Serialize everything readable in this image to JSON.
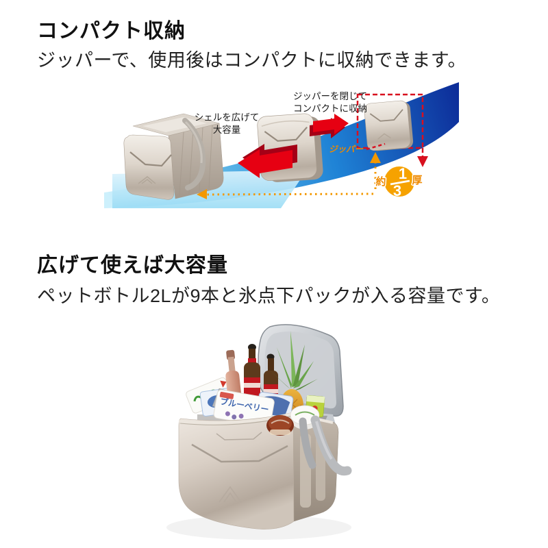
{
  "page": {
    "background": "#ffffff"
  },
  "sections": {
    "compact": {
      "heading": "コンパクト収納",
      "body": "ジッパーで、使用後はコンパクトに収納できます。"
    },
    "capacity": {
      "heading": "広げて使えば大容量",
      "body": "ペットボトル2Lが9本と氷点下パックが入る容量です。"
    }
  },
  "diagram": {
    "expand_label_line1": "シェルを広げて",
    "expand_label_line2": "大容量",
    "close_label_line1": "ジッパーを閉じて",
    "close_label_line2": "コンパクトに収納",
    "zipper_label": "ジッパー",
    "badge": {
      "approx": "約",
      "numerator": "1",
      "denominator": "3",
      "unit": "厚"
    },
    "colors": {
      "ribbon_dark": "#0d2d99",
      "ribbon_mid": "#1f83d6",
      "ribbon_light": "#cdf0fc",
      "arrow_red": "#e60012",
      "arrow_red_dark": "#a50016",
      "dash_red": "#d8101f",
      "accent_orange": "#f39800"
    }
  },
  "photo": {
    "package_label": "ブルーベリー"
  }
}
